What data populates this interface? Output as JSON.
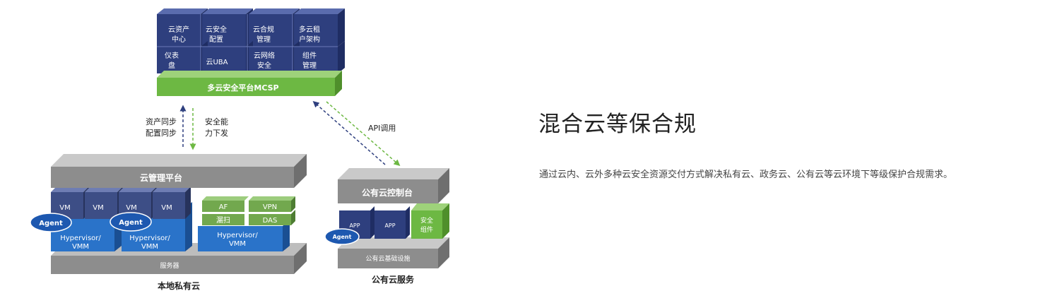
{
  "mcsp": {
    "modules": [
      {
        "line1": "云资产",
        "line2": "中心"
      },
      {
        "line1": "云安全",
        "line2": "配置"
      },
      {
        "line1": "云合规",
        "line2": "管理"
      },
      {
        "line1": "多云租",
        "line2": "户架构"
      },
      {
        "line1": "仪表",
        "line2": "盘"
      },
      {
        "line1": "云UBA",
        "line2": ""
      },
      {
        "line1": "云网络",
        "line2": "安全"
      },
      {
        "line1": "组件",
        "line2": "管理"
      }
    ],
    "platform_label": "多云安全平台MCSP"
  },
  "links": {
    "up_label_1": "资产同步",
    "up_label_2": "配置同步",
    "down_label_1": "安全能",
    "down_label_2": "力下发",
    "api_label": "API调用"
  },
  "private": {
    "mgmt_platform": "云管理平台",
    "vm_label": "VM",
    "agent_label": "Agent",
    "hypervisor_1": "Hypervisor/",
    "hypervisor_2": "VMM",
    "security": {
      "af": "AF",
      "vpn": "VPN",
      "scan": "漏扫",
      "das": "DAS"
    },
    "server_label": "服务器",
    "caption": "本地私有云"
  },
  "public": {
    "console": "公有云控制台",
    "app_label": "APP",
    "security_1": "安全",
    "security_2": "组件",
    "agent_label": "Agent",
    "infra": "公有云基础设施",
    "caption": "公有云服务"
  },
  "right": {
    "title": "混合云等保合规",
    "description": "通过云内、云外多种云安全资源交付方式解决私有云、政务云、公有云等云环境下等级保护合规需求。"
  },
  "colors": {
    "navy": "#2e3f7e",
    "green": "#6db843",
    "gray": "#8d8d8d",
    "blue": "#2a73c9",
    "agent": "#1d58b0",
    "seg_green": "#72a84e"
  }
}
